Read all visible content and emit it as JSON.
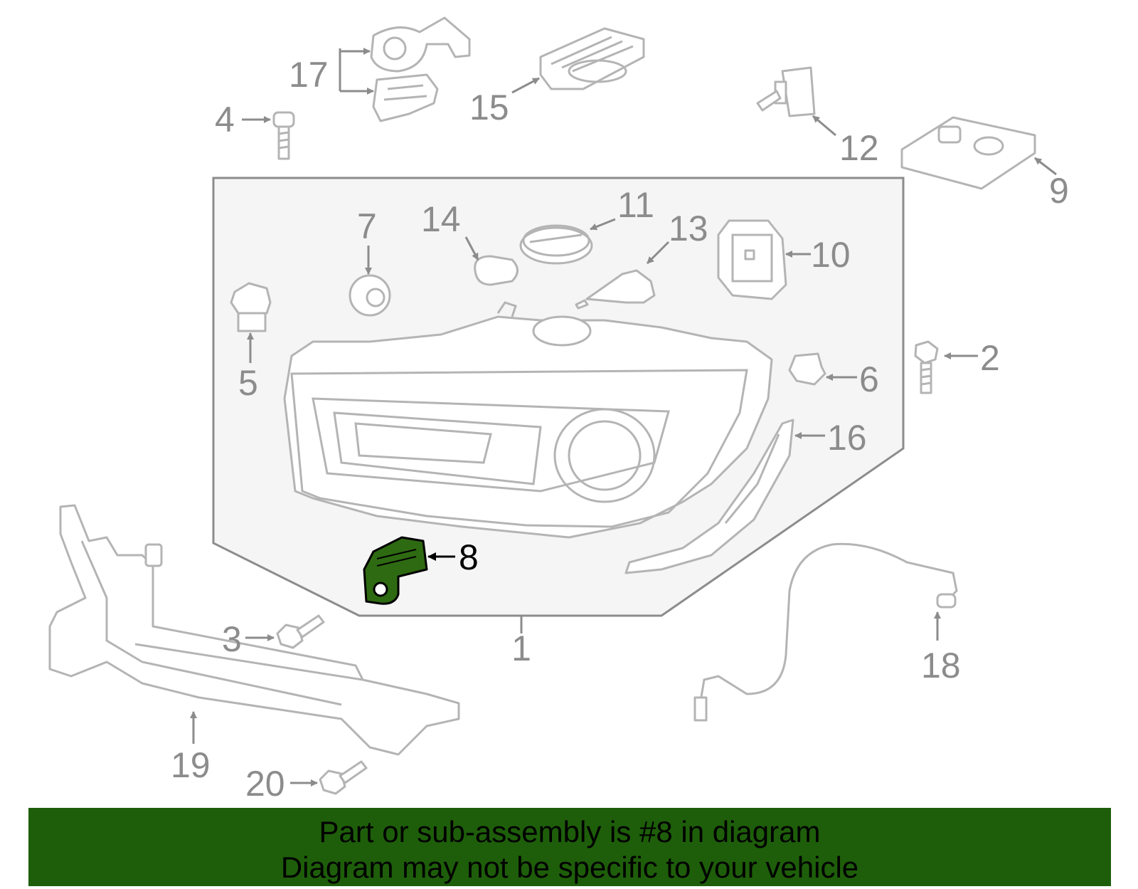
{
  "callouts": {
    "c1": "1",
    "c2": "2",
    "c3": "3",
    "c4": "4",
    "c5": "5",
    "c6": "6",
    "c7": "7",
    "c8": "8",
    "c9": "9",
    "c10": "10",
    "c11": "11",
    "c12": "12",
    "c13": "13",
    "c14": "14",
    "c15": "15",
    "c16": "16",
    "c17": "17",
    "c18": "18",
    "c19": "19",
    "c20": "20"
  },
  "highlight": {
    "part": "8",
    "color": "#2e6a12"
  },
  "colors": {
    "banner": "#1e5e0a",
    "panel": "#f5f5f5",
    "line": "#b4b4b4",
    "callout": "#8c8c8c"
  },
  "banner": {
    "line1": "Part or sub-assembly is #8 in diagram",
    "line2": "Diagram may not be specific to your vehicle"
  }
}
